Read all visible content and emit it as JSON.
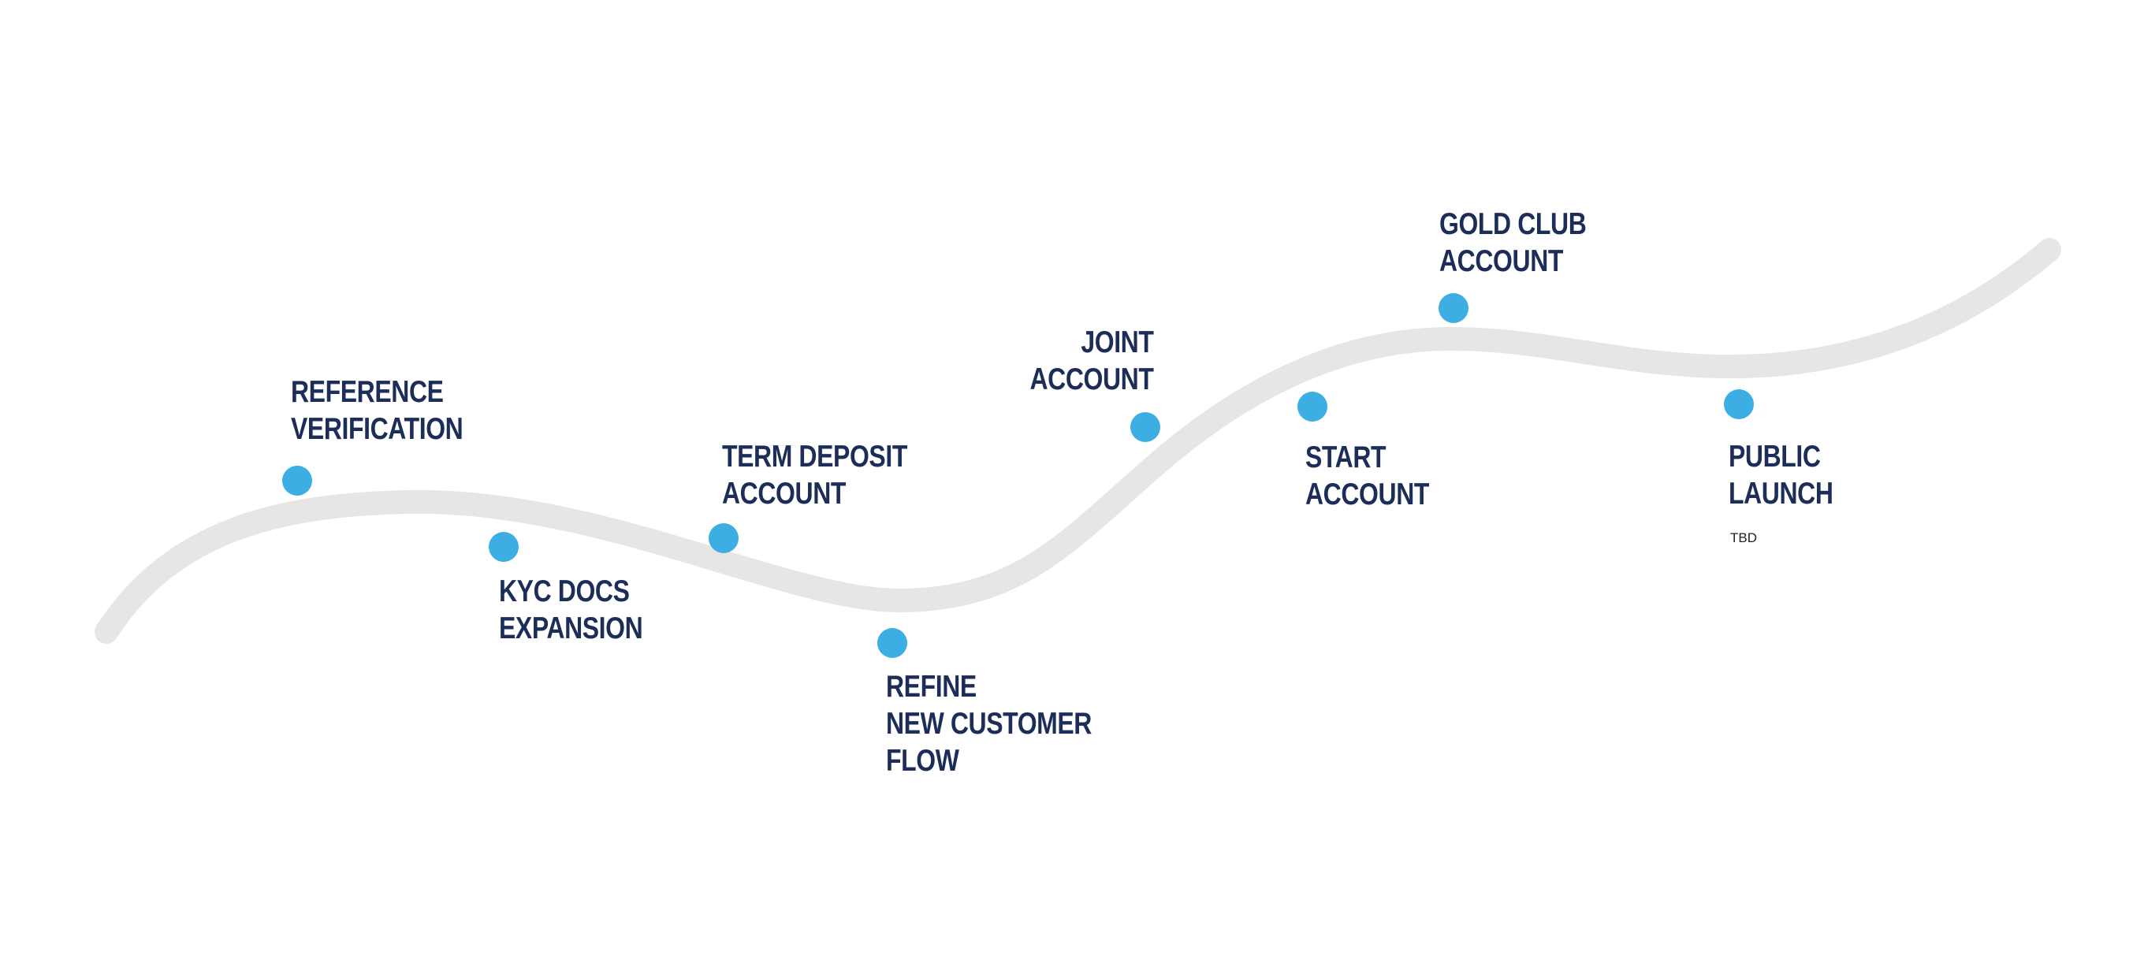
{
  "milestones": [
    {
      "id": "reference-verification",
      "lines": [
        "REFERENCE",
        "VERIFICATION"
      ]
    },
    {
      "id": "kyc-docs-expansion",
      "lines": [
        "KYC DOCS",
        "EXPANSION"
      ]
    },
    {
      "id": "term-deposit-account",
      "lines": [
        "TERM DEPOSIT",
        "ACCOUNT"
      ]
    },
    {
      "id": "refine-new-customer-flow",
      "lines": [
        "REFINE",
        "NEW CUSTOMER",
        "FLOW"
      ]
    },
    {
      "id": "joint-account",
      "lines": [
        "JOINT",
        "ACCOUNT"
      ]
    },
    {
      "id": "start-account",
      "lines": [
        "START",
        "ACCOUNT"
      ]
    },
    {
      "id": "gold-club-account",
      "lines": [
        "GOLD CLUB",
        "ACCOUNT"
      ]
    },
    {
      "id": "public-launch",
      "lines": [
        "PUBLIC",
        "LAUNCH"
      ],
      "note": "TBD"
    }
  ],
  "colors": {
    "road": "#e6e6e5",
    "milestone_dot": "#3daee3",
    "label_text": "#1b2d58"
  }
}
